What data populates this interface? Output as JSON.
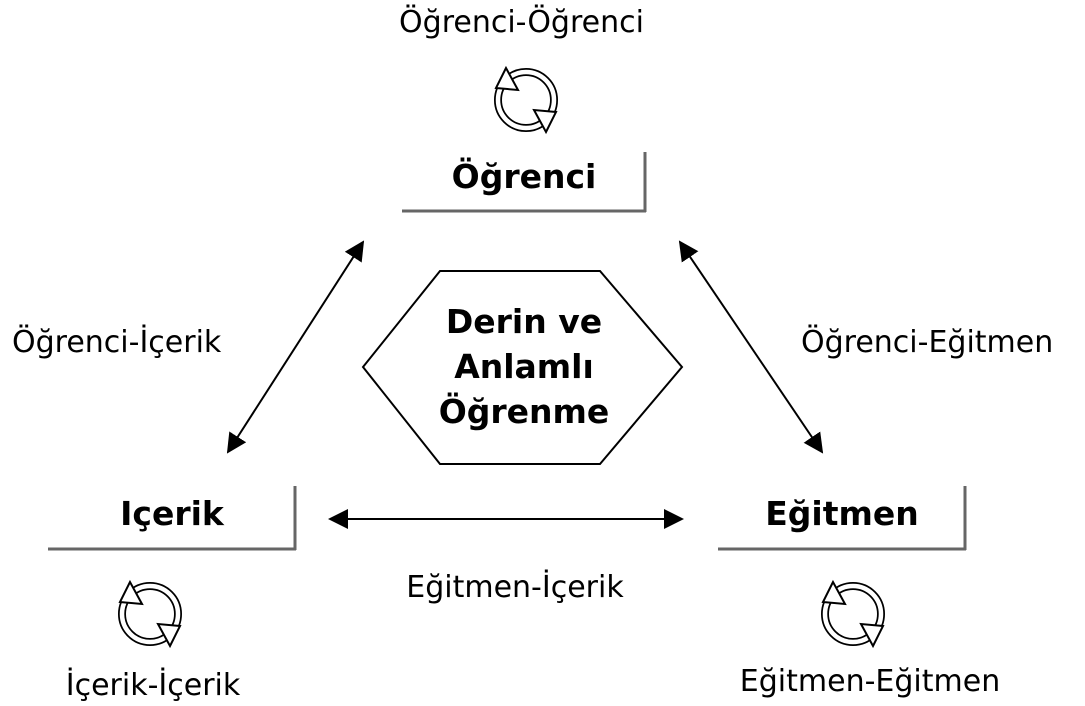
{
  "center": {
    "lines": [
      "Derin ve",
      "Anlamlı",
      "Öğrenme"
    ]
  },
  "nodes": {
    "ogrenci": "Öğrenci",
    "icerik": "Içerik",
    "egitmen": "Eğitmen"
  },
  "relations": {
    "ogrenci_ogrenci": "Öğrenci-Öğrenci",
    "ogrenci_icerik": "Öğrenci-İçerik",
    "ogrenci_egitmen": "Öğrenci-Eğitmen",
    "egitmen_icerik": "Eğitmen-İçerik",
    "icerik_icerik": "İçerik-İçerik",
    "egitmen_egitmen": "Eğitmen-Eğitmen"
  },
  "icons": {
    "cycle": "refresh-cycle-icon"
  }
}
